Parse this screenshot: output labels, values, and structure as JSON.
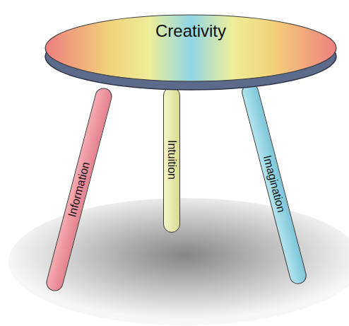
{
  "diagram": {
    "nodes": [
      {
        "text": [
          "Creativity"
        ]
      },
      {
        "text": [
          "Information"
        ]
      },
      {
        "text": [
          "Intuition"
        ]
      },
      {
        "text": [
          "Imagination"
        ]
      }
    ]
  }
}
